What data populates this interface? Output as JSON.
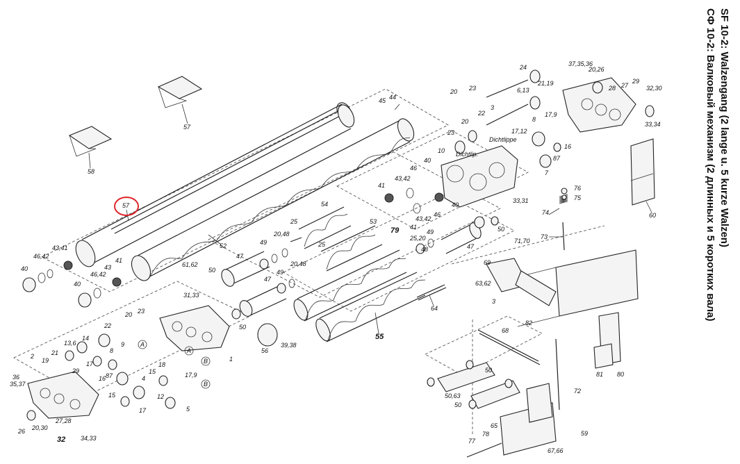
{
  "titles": {
    "german": "SF 10-2: Walzengang (2 lange u. 5 kurze Walzen)",
    "russian": "СФ 10-2: Валковый механизм (2 длинных и 5 коротких вала)"
  },
  "highlight": {
    "label": "57",
    "color": "#e0262b"
  },
  "annotations": {
    "dichtlippe_1": "Dichtlippe",
    "dichtlippe_2": "Dichtlip.",
    "ref_a": "A",
    "ref_b": "B",
    "ref_a2": "A",
    "ref_b2": "B"
  },
  "labels": {
    "l57a": "57",
    "l58": "58",
    "l45": "45",
    "l44": "44",
    "l52": "52",
    "l40a": "40",
    "l4642a": "46,42",
    "l4341a": "43,41",
    "l43b": "43",
    "l41b": "41",
    "l4642b": "46,42",
    "l40b": "40",
    "l24": "24",
    "l23a": "23",
    "l20a": "20",
    "l3a": "3",
    "l613": "6,13",
    "l2119": "21,19",
    "l22a": "22",
    "l23b": "23",
    "l20b": "20",
    "l8a": "8",
    "l1712": "17,12",
    "l179a": "17,9",
    "l10": "10",
    "l373536": "37,35,36",
    "l2026": "20,26",
    "l28": "28",
    "l27": "27",
    "l29": "29",
    "l3230": "32,30",
    "l3334": "33,34",
    "l16": "16",
    "l87a": "87",
    "l7a": "7",
    "l3331": "33,31",
    "l60": "60",
    "l76": "76",
    "l75": "75",
    "l74": "74",
    "l73": "73",
    "l4342c": "43,42",
    "l46c": "46",
    "l40c": "40",
    "l41c": "41",
    "l4342d": "43,42",
    "l46d": "46",
    "l40d": "40",
    "l54": "54",
    "l53": "53",
    "l79": "79",
    "l25a": "25",
    "l25b": "25",
    "l2048a": "20,48",
    "l49a": "49",
    "l47a": "47",
    "l2048b": "20,48",
    "l49b": "49",
    "l47b": "47",
    "l41e": "41",
    "l49c": "49",
    "l2520": "25,20",
    "l48": "48",
    "l47c": "47",
    "l50a": "50",
    "l6162": "61,62",
    "l50b": "50",
    "l3133": "31,33",
    "l1": "1",
    "l50c": "50",
    "l56": "56",
    "l3938": "39,38",
    "l55": "55",
    "l64": "64",
    "l7170": "71,70",
    "l69": "69",
    "l6362": "63,62",
    "l3a2": "3",
    "l82": "82",
    "l68": "68",
    "l50d": "50",
    "l5063": "50,63",
    "l50e": "50",
    "l72": "72",
    "l59": "59",
    "l65": "65",
    "l78": "78",
    "l77": "77",
    "l6766": "67,66",
    "l81": "81",
    "l80": "80",
    "l23c": "23",
    "l20c": "20",
    "l22c": "22",
    "l14": "14",
    "l136": "13,6",
    "l8c": "8",
    "l9c": "9",
    "l19c": "19",
    "l21c": "21",
    "l2c": "2",
    "l17c": "17",
    "l29c": "29",
    "l16c": "16",
    "l87c": "87",
    "l4c": "4",
    "l15c": "15",
    "l18c": "18",
    "l15d": "15",
    "l179c": "17,9",
    "l12c": "12",
    "l17d": "17",
    "l5c": "5",
    "l36": "36",
    "l3537": "35,37",
    "l26": "26",
    "l2030": "20,30",
    "l2728": "27,28",
    "l32c": "32",
    "l3433": "34,33"
  }
}
